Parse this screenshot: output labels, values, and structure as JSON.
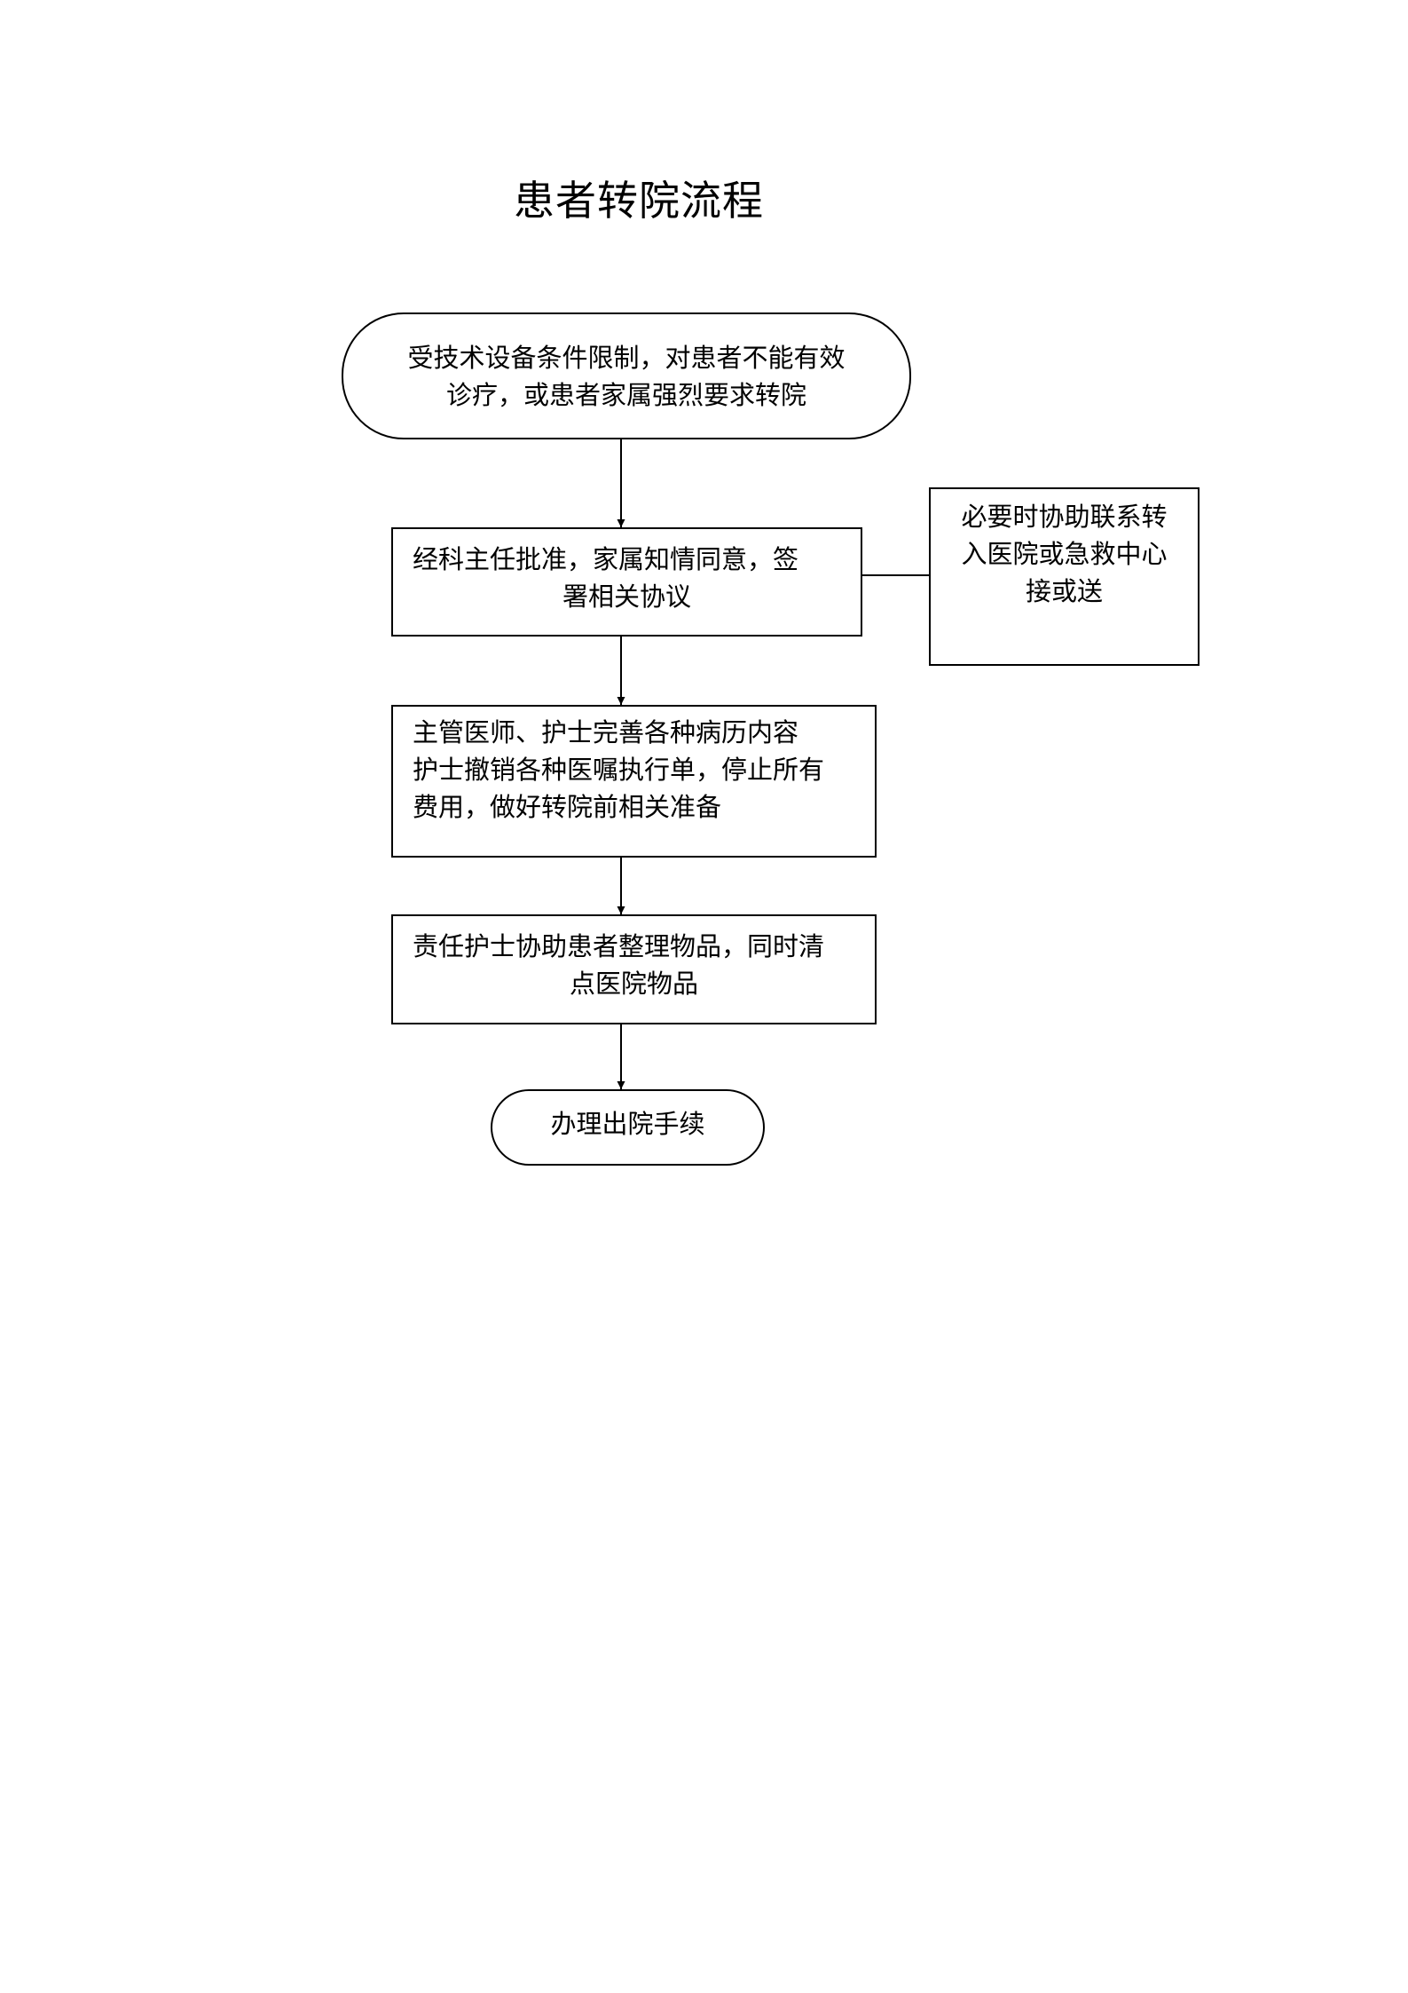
{
  "title": "患者转院流程",
  "nodes": {
    "start": {
      "lines": [
        "受技术设备条件限制，对患者不能有效",
        "诊疗，或患者家属强烈要求转院"
      ]
    },
    "approve": {
      "lines": [
        "经科主任批准，家属知情同意，签",
        "署相关协议"
      ]
    },
    "side_contact": {
      "lines": [
        "必要时协助联系转",
        "入医院或急救中心",
        "接或送"
      ]
    },
    "prepare": {
      "lines": [
        "主管医师、护士完善各种病历内容",
        "护士撤销各种医嘱执行单，停止所有",
        "费用，做好转院前相关准备"
      ]
    },
    "belongings": {
      "lines": [
        "责任护士协助患者整理物品，同时清",
        "点医院物品"
      ]
    },
    "end": {
      "lines": [
        "办理出院手续"
      ]
    }
  },
  "colors": {
    "stroke": "#000000",
    "background": "#ffffff"
  }
}
